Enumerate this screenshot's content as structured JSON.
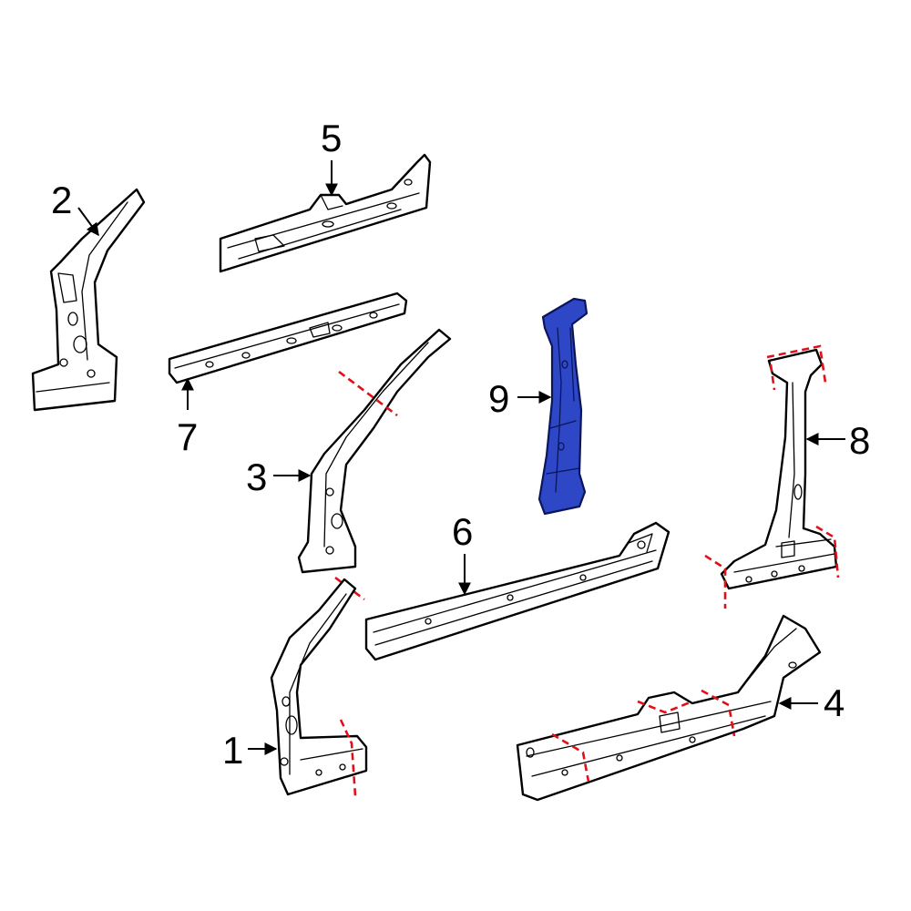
{
  "diagram": {
    "highlight_color": "#2d47c6",
    "cut_line_color": "#e0101a",
    "callouts": [
      {
        "id": "1",
        "label": "1"
      },
      {
        "id": "2",
        "label": "2"
      },
      {
        "id": "3",
        "label": "3"
      },
      {
        "id": "4",
        "label": "4"
      },
      {
        "id": "5",
        "label": "5"
      },
      {
        "id": "6",
        "label": "6"
      },
      {
        "id": "7",
        "label": "7"
      },
      {
        "id": "8",
        "label": "8"
      },
      {
        "id": "9",
        "label": "9"
      }
    ],
    "highlighted_part": "9"
  }
}
